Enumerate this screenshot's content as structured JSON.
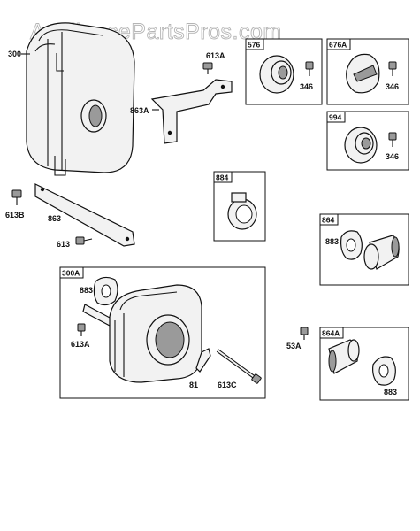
{
  "watermark": "AppliancePartsPros.com",
  "callouts": {
    "c300": "300",
    "c613a_top": "613A",
    "c863a": "863A",
    "c613b": "613B",
    "c863": "863",
    "c613": "613",
    "c883_300a": "883",
    "c613a_left": "613A",
    "c81": "81",
    "c613c": "613C",
    "c53a": "53A"
  },
  "boxes": {
    "b576": {
      "title": "576",
      "label": "346"
    },
    "b676a": {
      "title": "676A",
      "label": "346"
    },
    "b994": {
      "title": "994",
      "label": "346"
    },
    "b884": {
      "title": "884"
    },
    "b864": {
      "title": "864",
      "label": "883"
    },
    "b300a": {
      "title": "300A"
    },
    "b864a": {
      "title": "864A",
      "label": "883"
    }
  }
}
